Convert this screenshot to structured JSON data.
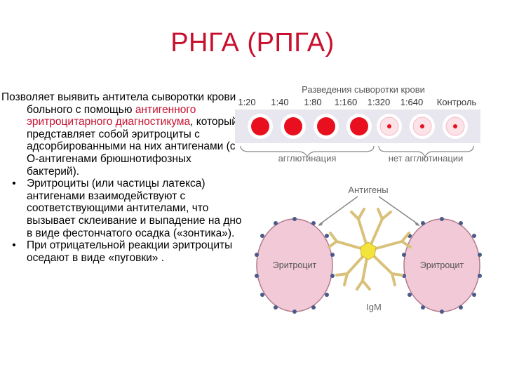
{
  "slide": {
    "title": "РНГА (РПГА)"
  },
  "text": {
    "intro_part1": "Позволяет выявить антитела сыворотки крови больного с помощью ",
    "intro_highlight": "антигенного эритроцитарного диагностикума",
    "intro_part2": ", который представляет собой эритроциты с адсорбированными на них антигенами (с О-антигенами брюшнотифозных бактерий).",
    "bullets": [
      "Эритроциты (или частицы латекса) антигенами взаимодействуют с соответствующими антителами, что вызывает склеивание и выпадение на дно в виде фестончатого осадка («зонтика»).",
      "При отрицательной реакции эритроциты оседают в виде «пуговки» ."
    ],
    "bullet_symbol": "•"
  },
  "figure": {
    "dilution_header": "Разведения сыворотки крови",
    "dilutions": [
      "1:20",
      "1:40",
      "1:80",
      "1:160",
      "1:320",
      "1:640",
      "Контроль"
    ],
    "agglutination_label": "агглютинация",
    "no_agglutination_label": "нет агглютинации",
    "antigens_label": "Антигены",
    "erythrocyte_left": "Эритроцит",
    "erythrocyte_right": "Эритроцит",
    "igm_label": "IgM",
    "colors": {
      "well_positive": "#e8101e",
      "well_negative_bg": "#fbe3e8",
      "cell_fill": "#f2c9d6",
      "antibody": "#d9c17a",
      "antibody_center": "#f3e33a",
      "title": "#c8102e"
    }
  }
}
